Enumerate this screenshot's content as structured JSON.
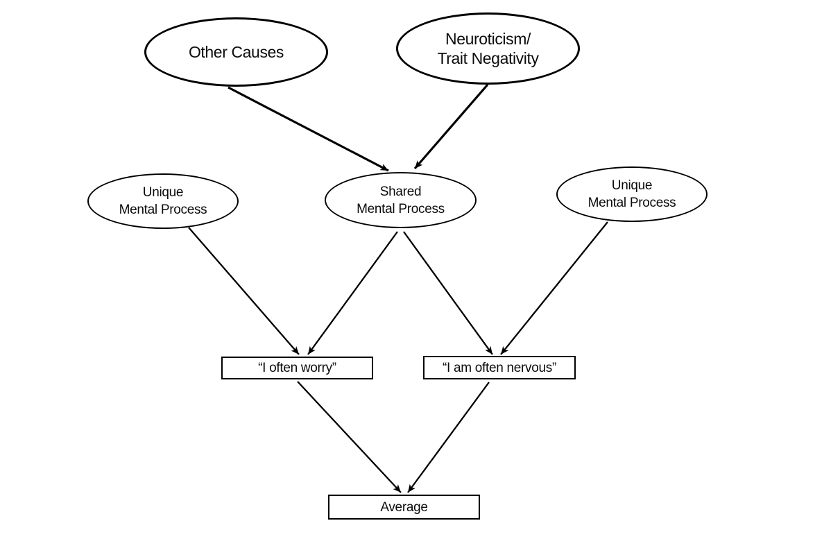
{
  "diagram": {
    "background": "#ffffff",
    "stroke_color": "#000000",
    "text_color": "#0b0b0b",
    "nodes": {
      "other_causes": {
        "type": "ellipse",
        "label": "Other Causes"
      },
      "neuroticism": {
        "type": "ellipse",
        "line1": "Neuroticism/",
        "line2": "Trait Negativity"
      },
      "unique_left": {
        "type": "ellipse",
        "line1": "Unique",
        "line2": "Mental Process"
      },
      "shared": {
        "type": "ellipse",
        "line1": "Shared",
        "line2": "Mental Process"
      },
      "unique_right": {
        "type": "ellipse",
        "line1": "Unique",
        "line2": "Mental Process"
      },
      "item_worry": {
        "type": "rect",
        "label": "“I often worry”"
      },
      "item_nervous": {
        "type": "rect",
        "label": "“I am often nervous”"
      },
      "average": {
        "type": "rect",
        "label": "Average"
      }
    },
    "edges": [
      {
        "from": "other_causes",
        "to": "shared"
      },
      {
        "from": "neuroticism",
        "to": "shared"
      },
      {
        "from": "unique_left",
        "to": "item_worry"
      },
      {
        "from": "shared",
        "to": "item_worry"
      },
      {
        "from": "shared",
        "to": "item_nervous"
      },
      {
        "from": "unique_right",
        "to": "item_nervous"
      },
      {
        "from": "item_worry",
        "to": "average"
      },
      {
        "from": "item_nervous",
        "to": "average"
      }
    ]
  }
}
